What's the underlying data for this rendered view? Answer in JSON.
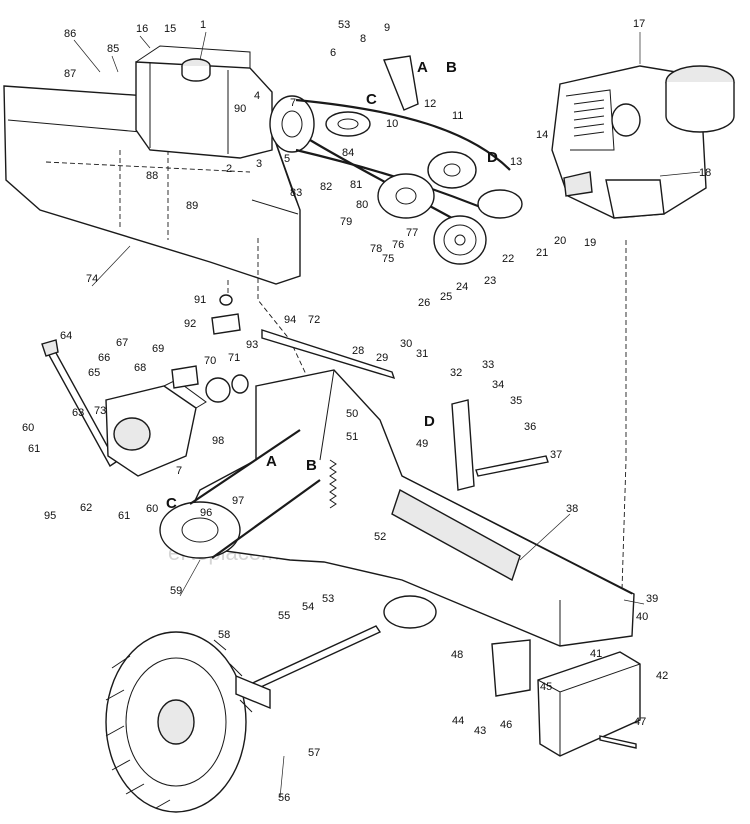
{
  "watermark": "eReplacementParts.com",
  "letters": [
    "A",
    "B",
    "C",
    "D",
    "A",
    "B",
    "C",
    "D"
  ],
  "callouts": [
    "86",
    "85",
    "87",
    "16",
    "15",
    "1",
    "53",
    "6",
    "8",
    "9",
    "17",
    "90",
    "7",
    "4",
    "12",
    "88",
    "89",
    "2",
    "3",
    "5",
    "83",
    "82",
    "84",
    "10",
    "11",
    "81",
    "14",
    "18",
    "13",
    "80",
    "79",
    "78",
    "77",
    "76",
    "75",
    "21",
    "20",
    "19",
    "74",
    "22",
    "23",
    "24",
    "25",
    "26",
    "91",
    "92",
    "94",
    "93",
    "72",
    "64",
    "66",
    "67",
    "69",
    "70",
    "71",
    "65",
    "68",
    "28",
    "29",
    "30",
    "31",
    "32",
    "33",
    "34",
    "35",
    "36",
    "37",
    "63",
    "73",
    "60",
    "61",
    "50",
    "51",
    "49",
    "98",
    "95",
    "62",
    "61",
    "60",
    "97",
    "96",
    "7",
    "38",
    "52",
    "59",
    "55",
    "54",
    "53",
    "39",
    "40",
    "58",
    "48",
    "41",
    "42",
    "45",
    "44",
    "43",
    "46",
    "47",
    "57",
    "56"
  ]
}
